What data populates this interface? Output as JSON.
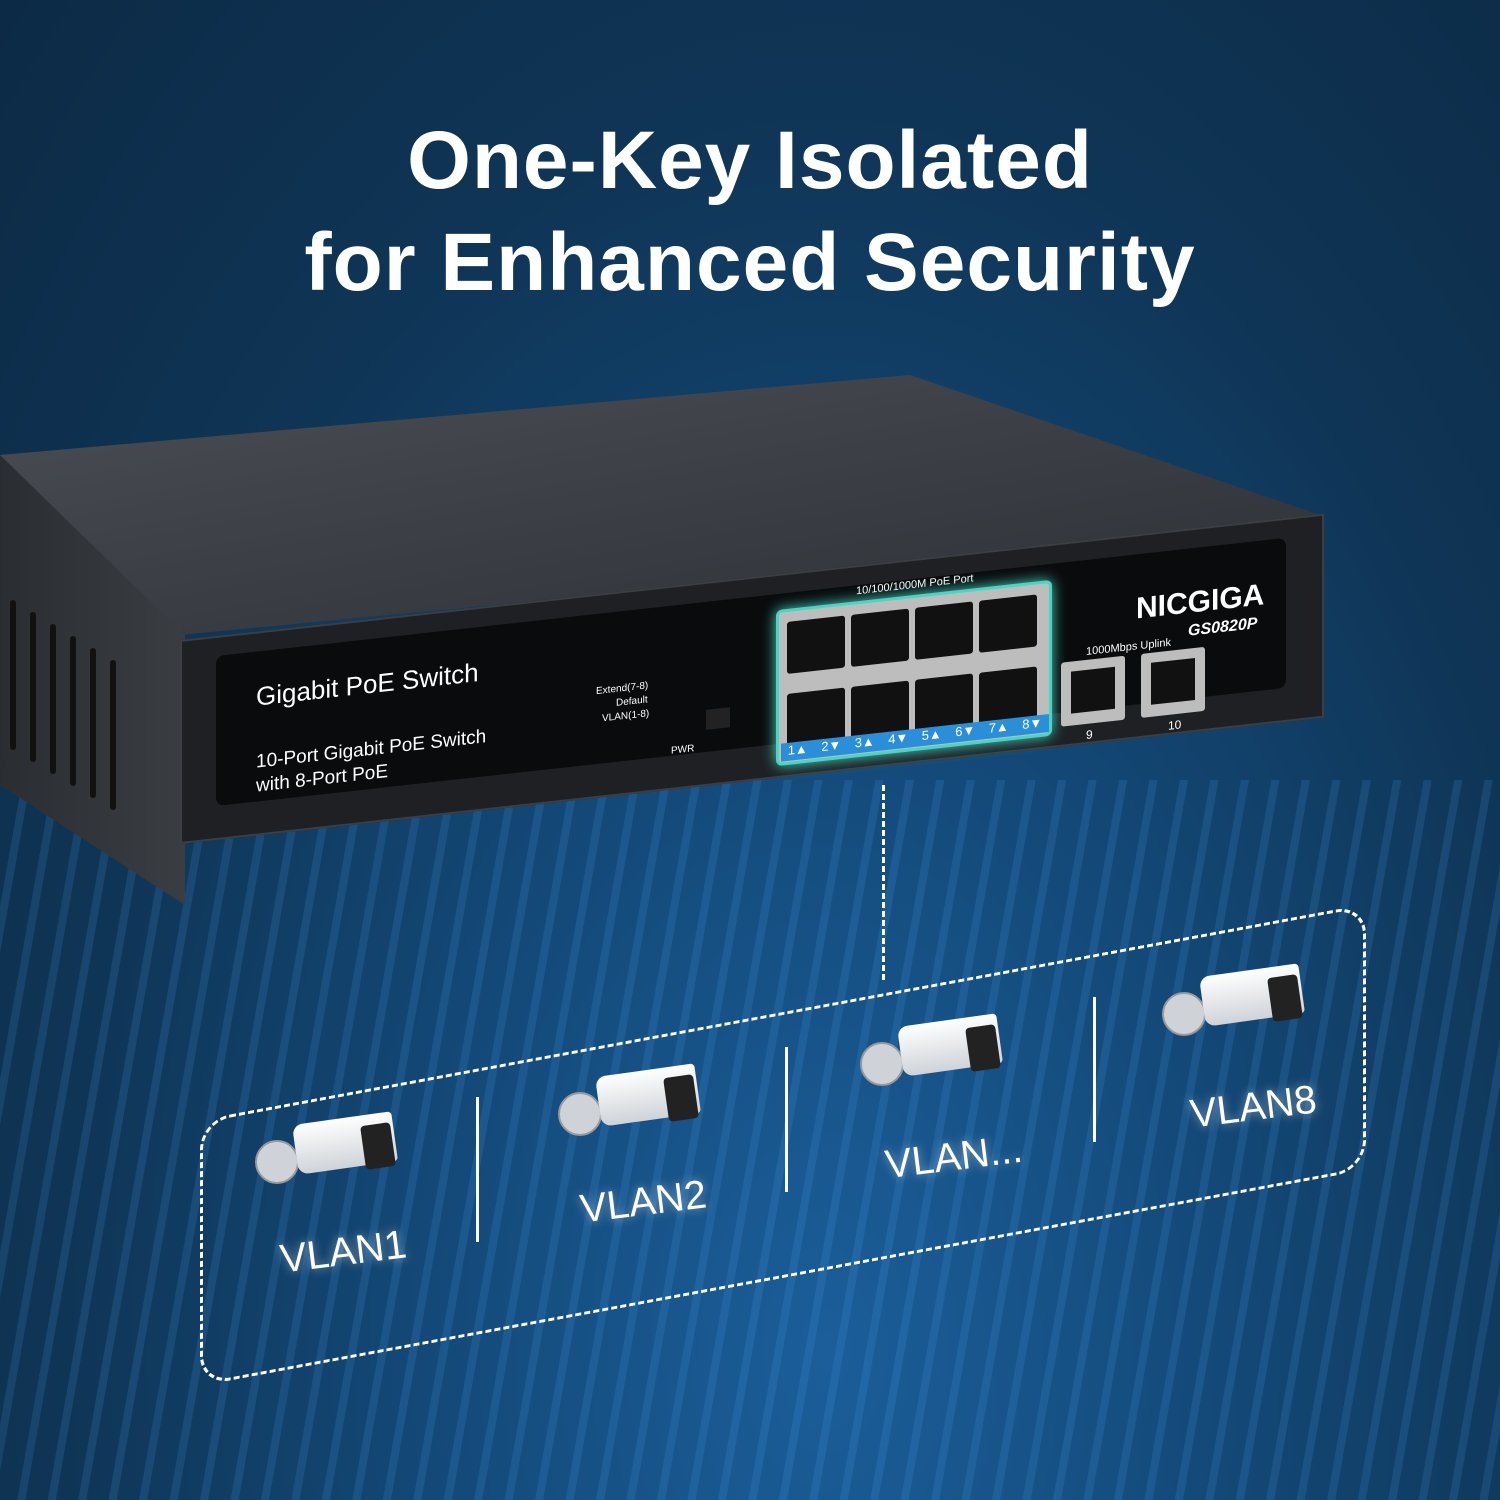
{
  "headline": {
    "line1": "One-Key Isolated",
    "line2": "for Enhanced Security"
  },
  "switch": {
    "panel_title": "Gigabit PoE Switch",
    "panel_desc1": "10-Port Gigabit PoE Switch",
    "panel_desc2": "with 8-Port PoE",
    "mode_labels": [
      "Extend(7-8)",
      "Default",
      "VLAN(1-8)"
    ],
    "pwr_label": "PWR",
    "poe_port_label": "10/100/1000M PoE Port",
    "port_numbers": [
      "1▲",
      "2▼",
      "3▲",
      "4▼",
      "5▲",
      "6▼",
      "7▲",
      "8▼"
    ],
    "uplink_label": "1000Mbps Uplink",
    "uplink_ports": [
      "9",
      "10"
    ],
    "brand": "NICGIGA",
    "model": "GS0820P"
  },
  "vlans": [
    {
      "label": "VLAN1"
    },
    {
      "label": "VLAN2"
    },
    {
      "label": "VLAN..."
    },
    {
      "label": "VLAN8"
    }
  ]
}
